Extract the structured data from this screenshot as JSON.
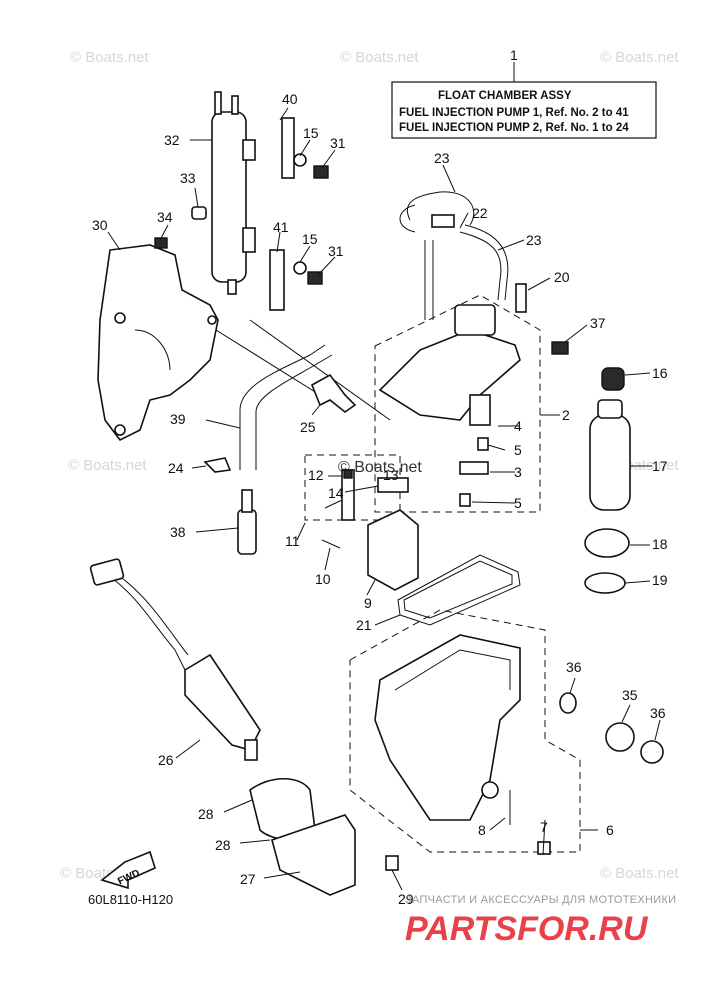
{
  "watermark": "© Boats.net",
  "title_box": {
    "line1": "FLOAT  CHAMBER  ASSY",
    "line2": "FUEL INJECTION PUMP 1,  Ref. No. 2 to 41",
    "line3": "FUEL INJECTION PUMP 2,  Ref. No. 1 to 24"
  },
  "callouts": {
    "c1": "1",
    "c2": "2",
    "c3": "3",
    "c4": "4",
    "c5a": "5",
    "c5b": "5",
    "c6": "6",
    "c7": "7",
    "c8": "8",
    "c9": "9",
    "c10": "10",
    "c11": "11",
    "c12": "12",
    "c13": "13",
    "c14": "14",
    "c15a": "15",
    "c15b": "15",
    "c16": "16",
    "c17": "17",
    "c18": "18",
    "c19": "19",
    "c20": "20",
    "c21": "21",
    "c22": "22",
    "c23a": "23",
    "c23b": "23",
    "c24": "24",
    "c25": "25",
    "c26": "26",
    "c27": "27",
    "c28a": "28",
    "c28b": "28",
    "c29": "29",
    "c30": "30",
    "c31a": "31",
    "c31b": "31",
    "c32": "32",
    "c33": "33",
    "c34": "34",
    "c35": "35",
    "c36a": "36",
    "c36b": "36",
    "c37": "37",
    "c38": "38",
    "c39": "39",
    "c40": "40",
    "c41": "41"
  },
  "fwd_label": "FWD",
  "diagram_code": "60L8110-H120",
  "brand": {
    "tagline": "ЗАПЧАСТИ И АКСЕССУАРЫ ДЛЯ МОТОТЕХНИКИ",
    "name": "PARTSFOR.RU"
  }
}
